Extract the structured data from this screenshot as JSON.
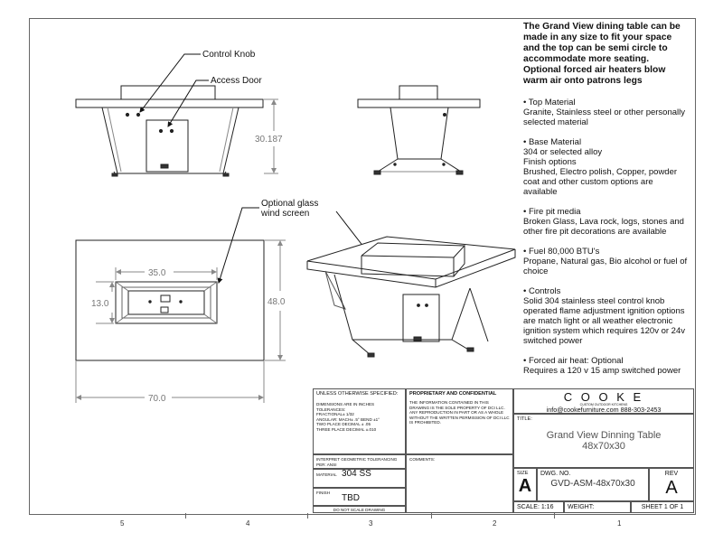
{
  "notes": {
    "intro": "The Grand View dining table can be made in any size to fit your space and the top can be semi circle to accommodate more seating. Optional forced air heaters blow warm air onto patrons legs",
    "items": [
      {
        "heading": "Top Material",
        "body": "Granite, Stainless steel or other personally selected material"
      },
      {
        "heading": "Base Material",
        "body": "304 or selected alloy\nFinish options\nBrushed, Electro polish, Copper, powder coat and other custom options are available"
      },
      {
        "heading": "Fire pit media",
        "body": "Broken Glass, Lava rock, logs, stones and other fire pit decorations are available"
      },
      {
        "heading": "Fuel 80,000 BTU's",
        "body": "Propane, Natural gas, Bio alcohol or fuel of choice"
      },
      {
        "heading": "Controls",
        "body": "Solid 304 stainless steel control knob operated flame adjustment ignition options are match light or all weather electronic ignition system which requires 120v or 24v switched power"
      },
      {
        "heading": "Forced air heat: Optional",
        "body": "Requires a 120 v 15 amp switched power"
      }
    ]
  },
  "callouts": {
    "control_knob": "Control Knob",
    "access_door": "Access Door",
    "glass_line1": "Optional glass",
    "glass_line2": "wind screen"
  },
  "dimensions": {
    "height": "30.187",
    "burner_length": "35.0",
    "burner_width": "13.0",
    "table_width": "48.0",
    "table_length": "70.0"
  },
  "zones": [
    "5",
    "4",
    "3",
    "2",
    "1"
  ],
  "title_block": {
    "unless": "UNLESS OTHERWISE SPECIFIED:",
    "dims": "DIMENSIONS ARE IN INCHES",
    "tolerances": "TOLERANCES:",
    "fractional": "FRACTIONAL± 1/32",
    "angular": "ANGULAR: MACH± .5° BEND ±1°",
    "two_place": "TWO PLACE DECIMAL   ± .05",
    "three_place": "THREE PLACE DECIMAL  ±.010",
    "interpret": "INTERPRET GEOMETRIC TOLERANCING PER: ANSI",
    "material_label": "MATERIAL",
    "material_value": "304 SS",
    "finish_label": "FINISH",
    "finish_value": "TBD",
    "noscale": "DO NOT SCALE DRAWING",
    "proprietary": "PROPRIETARY AND CONFIDENTIAL",
    "proprietary_text": "THE INFORMATION CONTAINED IN THIS DRAWING IS THE SOLE PROPERTY OF DCI LLC. ANY REPRODUCTION IN PART OR AS A WHOLE WITHOUT THE WRITTEN PERMISSION OF DCI LLC IS PROHIBITED.",
    "comments": "COMMENTS:",
    "company": "C O O K E",
    "company_sub": "CUSTOM OUTDOOR KITCHENS",
    "contact": "info@cookefurniture.com 888-303-2453",
    "title_label": "TITLE:",
    "title_line1": "Grand View Dinning Table",
    "title_line2": "48x70x30",
    "size_label": "SIZE",
    "size_value": "A",
    "dwg_label": "DWG.  NO.",
    "dwg_value": "GVD-ASM-48x70x30",
    "rev_label": "REV",
    "rev_value": "A",
    "scale": "SCALE: 1:16",
    "weight": "WEIGHT:",
    "sheet": "SHEET 1 OF 1"
  }
}
